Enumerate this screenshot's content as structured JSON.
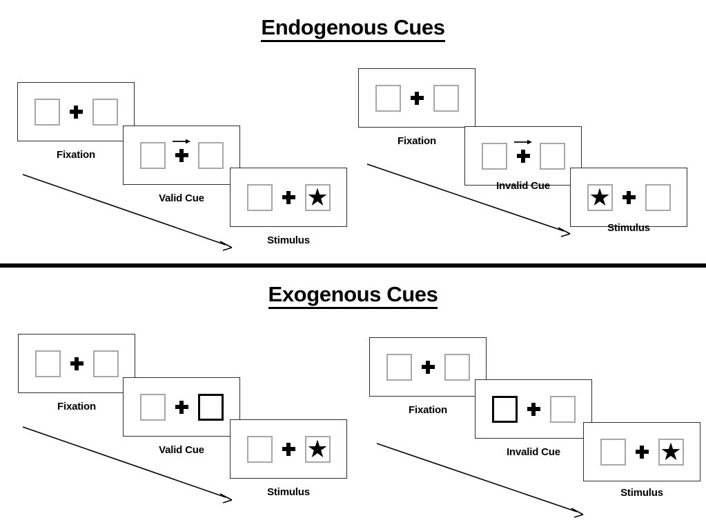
{
  "figure": {
    "title_endogenous": "Endogenous Cues",
    "title_exogenous": "Exogenous Cues",
    "colors": {
      "ink": "#000000",
      "panel_border": "#2b2b2b",
      "box_border": "#a6a6a6",
      "cued_box_border": "#000000",
      "background": "#ffffff"
    }
  },
  "sections": [
    {
      "id": "endogenous",
      "title": "Endogenous Cues",
      "cue_type": "central arrow",
      "columns": [
        {
          "id": "endogenous-valid",
          "validity": "Valid",
          "frames": [
            {
              "label": "Fixation",
              "cue": "none",
              "cue_side": "none",
              "target_side": "none"
            },
            {
              "label": "Valid Cue",
              "cue": "arrow",
              "cue_side": "right",
              "target_side": "none"
            },
            {
              "label": "Stimulus",
              "cue": "none",
              "cue_side": "none",
              "target_side": "right"
            }
          ]
        },
        {
          "id": "endogenous-invalid",
          "validity": "Invalid",
          "frames": [
            {
              "label": "Fixation",
              "cue": "none",
              "cue_side": "none",
              "target_side": "none"
            },
            {
              "label": "Invalid Cue",
              "cue": "arrow",
              "cue_side": "right",
              "target_side": "none"
            },
            {
              "label": "Stimulus",
              "cue": "none",
              "cue_side": "none",
              "target_side": "left"
            }
          ]
        }
      ]
    },
    {
      "id": "exogenous",
      "title": "Exogenous Cues",
      "cue_type": "peripheral box flash",
      "columns": [
        {
          "id": "exogenous-valid",
          "validity": "Valid",
          "frames": [
            {
              "label": "Fixation",
              "cue": "none",
              "cue_side": "none",
              "target_side": "none"
            },
            {
              "label": "Valid Cue",
              "cue": "box",
              "cue_side": "right",
              "target_side": "none"
            },
            {
              "label": "Stimulus",
              "cue": "none",
              "cue_side": "none",
              "target_side": "right"
            }
          ]
        },
        {
          "id": "exogenous-invalid",
          "validity": "Invalid",
          "frames": [
            {
              "label": "Fixation",
              "cue": "none",
              "cue_side": "none",
              "target_side": "none"
            },
            {
              "label": "Invalid Cue",
              "cue": "box",
              "cue_side": "left",
              "target_side": "none"
            },
            {
              "label": "Stimulus",
              "cue": "none",
              "cue_side": "none",
              "target_side": "right"
            }
          ]
        }
      ]
    }
  ],
  "labels": {
    "fixation": "Fixation",
    "valid_cue": "Valid Cue",
    "invalid_cue": "Invalid Cue",
    "stimulus": "Stimulus"
  }
}
